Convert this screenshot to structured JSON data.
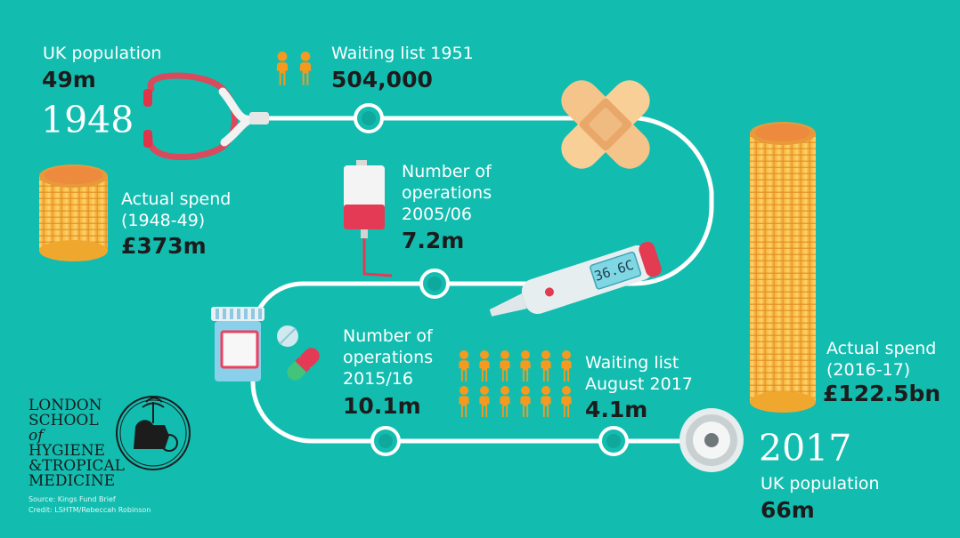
{
  "start": {
    "population_label": "UK population",
    "population_value": "49m",
    "year": "1948",
    "spend_label_line1": "Actual spend",
    "spend_label_line2": "(1948-49)",
    "spend_value": "£373m"
  },
  "waiting_list_1951": {
    "label": "Waiting list 1951",
    "value": "504,000"
  },
  "operations_2005": {
    "label_line1": "Number of",
    "label_line2": "operations",
    "label_line3": "2005/06",
    "value": "7.2m"
  },
  "thermometer": {
    "reading": "36.6C"
  },
  "operations_2015": {
    "label_line1": "Number of",
    "label_line2": "operations",
    "label_line3": "2015/16",
    "value": "10.1m"
  },
  "waiting_list_2017": {
    "label_line1": "Waiting list",
    "label_line2": "August 2017",
    "value": "4.1m"
  },
  "end": {
    "spend_label_line1": "Actual spend",
    "spend_label_line2": "(2016-17)",
    "spend_value": "£122.5bn",
    "year": "2017",
    "population_label": "UK population",
    "population_value": "66m"
  },
  "logo": {
    "line1": "LONDON",
    "line2a": "SCHOOL ",
    "line2b": "of",
    "line3": "HYGIENE",
    "line4": "&TROPICAL",
    "line5": "MEDICINE"
  },
  "credits": {
    "source": "Source: Kings Fund Brief",
    "credit": "Credit: LSHTM/Rebeccah Robinson"
  },
  "colors": {
    "background": "#12bdb0",
    "path": "#ffffff",
    "coin": "#f3a42a",
    "person": "#f39a1f",
    "dark_text": "#1c1c1c"
  }
}
